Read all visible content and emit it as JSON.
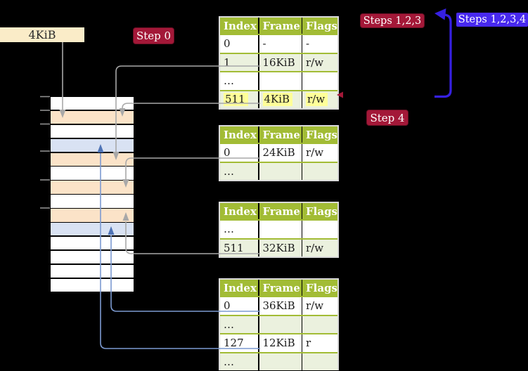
{
  "labels": {
    "page_size": "4KiB",
    "step0": "Step 0",
    "steps123": "Steps 1,2,3",
    "steps1234": "Steps 1,2,3,4",
    "step4": "Step 4"
  },
  "colors": {
    "header_green": "#a2bc35",
    "table_border_green": "#a2bc35",
    "row_green": "#ebf1de",
    "highlight_yellow": "#ffff99",
    "label_crimson": "#a31838",
    "label_blue": "#4829f0",
    "box_cream": "#faecc8",
    "cell_peach": "#fbe3c8",
    "cell_blue": "#d9e2f3",
    "connector_gray": "#a8a8a8",
    "connector_blue_line": "#7c9ad1",
    "connector_blue_head": "#4f74b6",
    "big_arrow_blue": "#3620e2"
  },
  "memory_column": {
    "cells": [
      "white",
      "peach",
      "white",
      "blue",
      "peach",
      "white",
      "peach",
      "white",
      "peach",
      "blue",
      "white",
      "white",
      "white",
      "white"
    ]
  },
  "tables": [
    {
      "name": "page-table-1",
      "headers": [
        "Index",
        "Frame",
        "Flags"
      ],
      "rows": [
        [
          "0",
          "-",
          "-"
        ],
        [
          "1",
          "16KiB",
          "r/w"
        ],
        [
          "…",
          "",
          ""
        ],
        [
          "511",
          "4KiB",
          "r/w"
        ]
      ],
      "highlight_row": 3
    },
    {
      "name": "page-table-2",
      "headers": [
        "Index",
        "Frame",
        "Flags"
      ],
      "rows": [
        [
          "0",
          "24KiB",
          "r/w"
        ],
        [
          "…",
          "",
          ""
        ]
      ],
      "highlight_row": -1
    },
    {
      "name": "page-table-3",
      "headers": [
        "Index",
        "Frame",
        "Flags"
      ],
      "rows": [
        [
          "…",
          "",
          ""
        ],
        [
          "511",
          "32KiB",
          "r/w"
        ]
      ],
      "highlight_row": -1
    },
    {
      "name": "page-table-4",
      "headers": [
        "Index",
        "Frame",
        "Flags"
      ],
      "rows": [
        [
          "0",
          "36KiB",
          "r/w"
        ],
        [
          "…",
          "",
          ""
        ],
        [
          "127",
          "12KiB",
          "r"
        ],
        [
          "…",
          "",
          ""
        ]
      ],
      "highlight_row": -1
    }
  ]
}
